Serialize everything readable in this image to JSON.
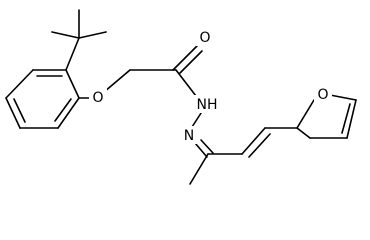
{
  "molecule": {
    "atoms": {
      "o_ether": "O",
      "o_carbonyl": "O",
      "nh": "NH",
      "n_imine": "N",
      "o_furan": "O"
    },
    "colors": {
      "bond": "#000000",
      "label": "#000000",
      "background": "#ffffff"
    }
  }
}
